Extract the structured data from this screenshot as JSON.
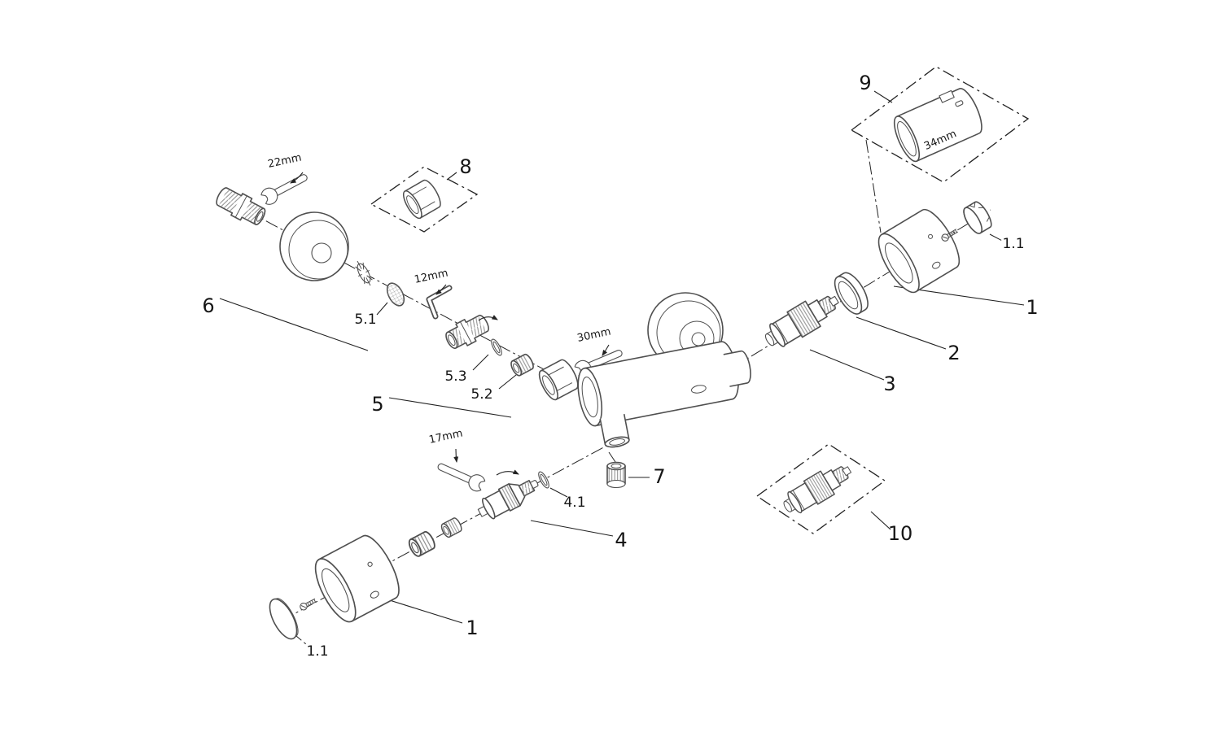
{
  "colors": {
    "background": "#ffffff",
    "part_stroke": "#4f4f4f",
    "annotation": "#222222",
    "text": "#161616"
  },
  "callouts": {
    "c9": "9",
    "c8": "8",
    "c6": "6",
    "c5": "5",
    "c5_1": "5.1",
    "c5_2": "5.2",
    "c5_3": "5.3",
    "c7": "7",
    "c4": "4",
    "c4_1": "4.1",
    "c3": "3",
    "c2": "2",
    "c1_right": "1",
    "c1_1_right": "1.1",
    "c10": "10",
    "c1_bottom": "1",
    "c1_1_bottom": "1.1"
  },
  "tool_labels": {
    "t22": "22mm",
    "t12": "12mm",
    "t30": "30mm",
    "t17": "17mm",
    "t34": "34mm"
  }
}
